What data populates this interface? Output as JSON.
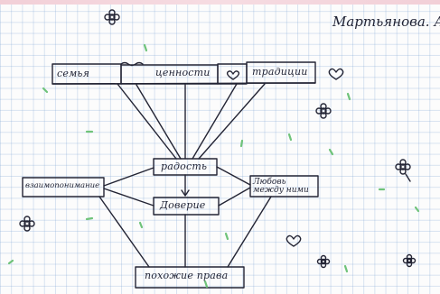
{
  "author": "Мартьянова. А",
  "top_boxes": [
    "семья",
    "ценности",
    "традиции"
  ],
  "center_boxes": [
    "радость",
    "Доверие"
  ],
  "left_box": "взаимопонимание",
  "right_box": "Любовь между ними",
  "bottom_box": "похожие права",
  "colors": {
    "ink": "#232434",
    "grid": "#a9c3e0",
    "strip": "#f2cfd7",
    "leaf": "#6fc37a",
    "flower": "#3a3c4a"
  },
  "decorations": [
    "flower-icon",
    "heart-icon",
    "leaf-icon"
  ]
}
